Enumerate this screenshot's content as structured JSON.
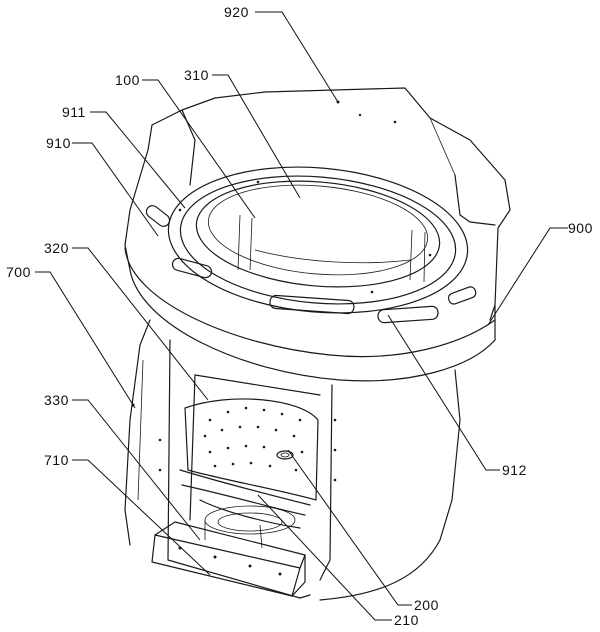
{
  "labels": {
    "l920": "920",
    "l100": "100",
    "l310": "310",
    "l911": "911",
    "l910": "910",
    "l900": "900",
    "l320": "320",
    "l700": "700",
    "l330": "330",
    "l710": "710",
    "l912": "912",
    "l200": "200",
    "l210": "210"
  }
}
